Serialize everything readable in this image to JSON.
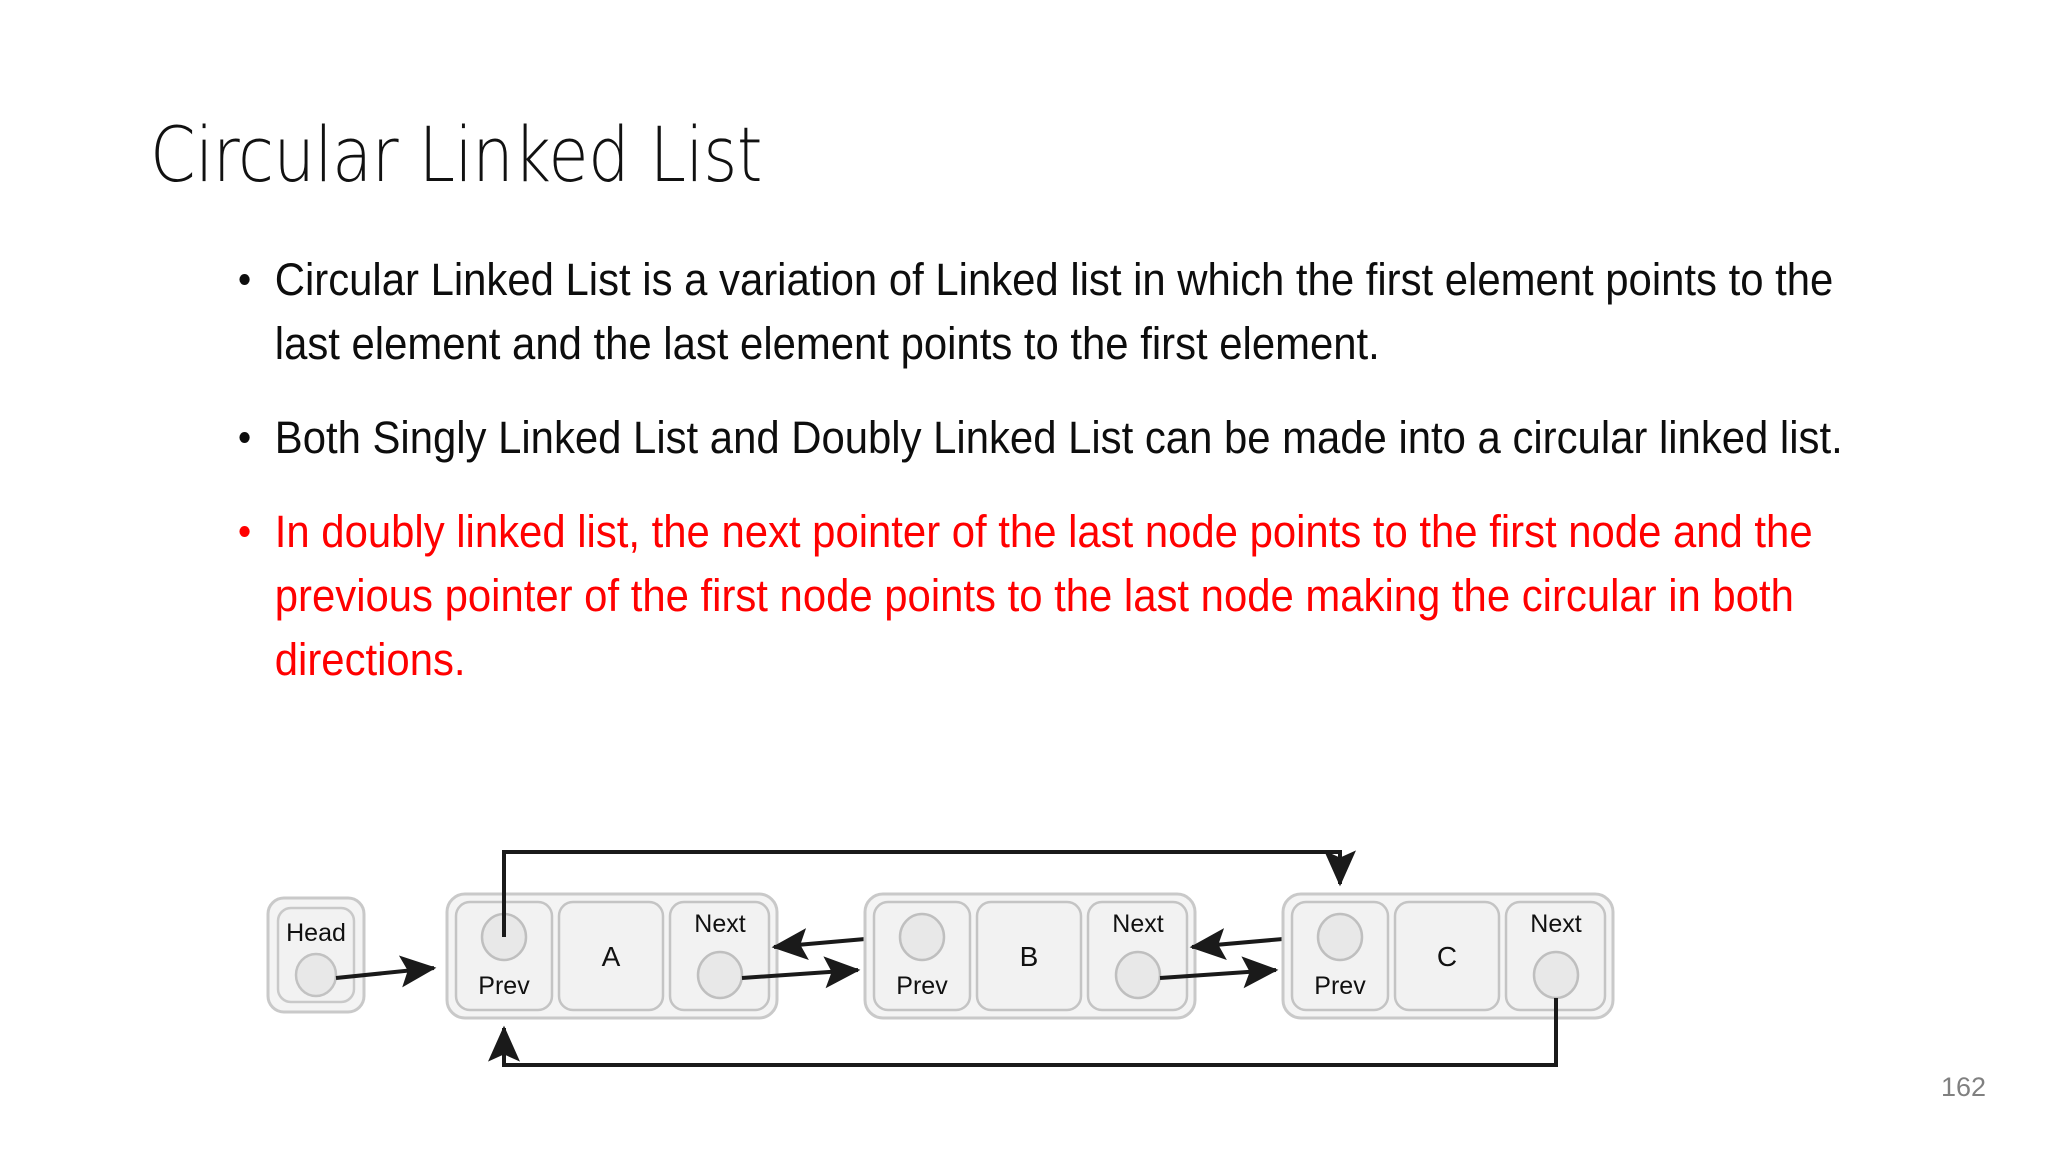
{
  "slide": {
    "title": "Circular Linked List",
    "page_number": "162",
    "accent_red": "#FF0000",
    "text_color": "#0D0D0D",
    "page_number_color": "#808080",
    "background": "#FFFFFF"
  },
  "bullets": [
    {
      "text": "Circular Linked List is a variation of Linked list in which the first element points to the last element and the last element points to the first element.",
      "color": "#0D0D0D",
      "emphasis": false
    },
    {
      "text": "Both Singly Linked List and Doubly Linked List can be made into a circular linked list.",
      "color": "#0D0D0D",
      "emphasis": false
    },
    {
      "text": "In doubly linked list, the next pointer of the last node points to the first node and the previous pointer of the first node points to the last node making the circular in both directions.",
      "color": "#FF0000",
      "emphasis": true
    }
  ],
  "diagram": {
    "type": "doubly-circular-linked-list",
    "head_label": "Head",
    "prev_label": "Prev",
    "next_label": "Next",
    "nodes": [
      {
        "value": "A",
        "prev_label": "Prev",
        "next_label": "Next"
      },
      {
        "value": "B",
        "prev_label": "Prev",
        "next_label": "Next"
      },
      {
        "value": "C",
        "prev_label": "Prev",
        "next_label": "Next"
      }
    ],
    "connections": [
      {
        "from": "head",
        "to": "node-a-prev",
        "kind": "head-pointer"
      },
      {
        "from": "node-a-next",
        "to": "node-b-prev",
        "kind": "next-forward"
      },
      {
        "from": "node-b-prev",
        "to": "node-a-next",
        "kind": "prev-backward"
      },
      {
        "from": "node-b-next",
        "to": "node-c-prev",
        "kind": "next-forward"
      },
      {
        "from": "node-c-prev",
        "to": "node-b-next",
        "kind": "prev-backward"
      },
      {
        "from": "node-a-prev",
        "to": "node-c-prev",
        "kind": "circular-top"
      },
      {
        "from": "node-c-next",
        "to": "node-a-prev",
        "kind": "circular-bottom"
      }
    ],
    "stroke_color": "#1A1A1A",
    "box_fill": "#F2F2F2",
    "box_stroke": "#BFBFBF",
    "circle_fill": "#E8E8E8"
  }
}
